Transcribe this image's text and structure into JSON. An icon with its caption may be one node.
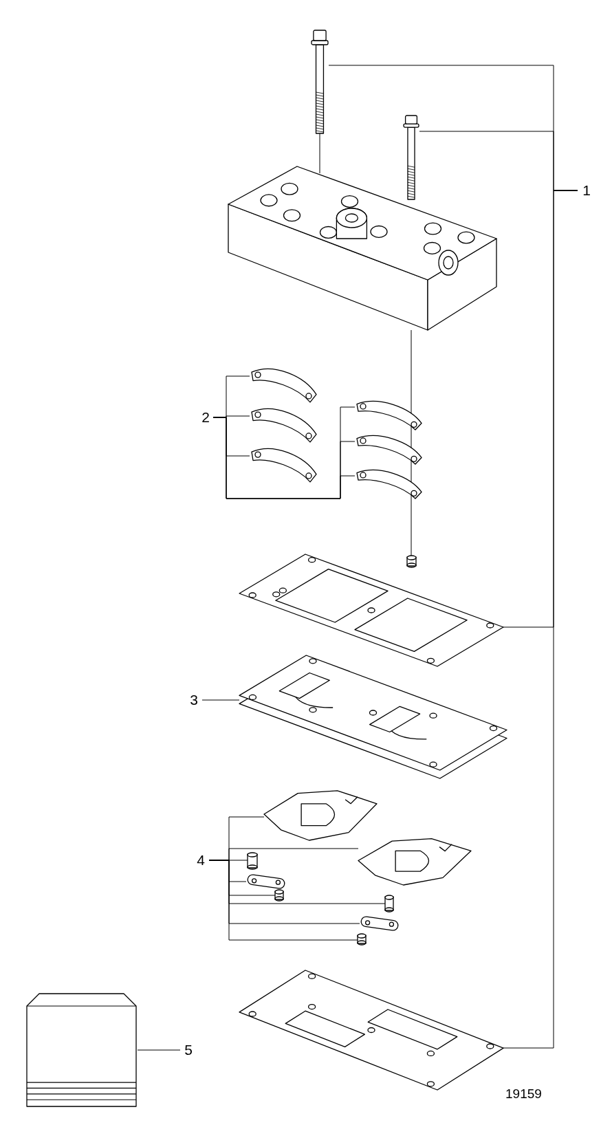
{
  "diagram": {
    "nodes": [
      {
        "text": [
          "1"
        ]
      },
      {
        "text": [],
        "shape": "picture"
      },
      {
        "text": [],
        "shape": "picture"
      },
      {
        "text": [],
        "shape": "picture"
      },
      {
        "text": [
          "2"
        ]
      },
      {
        "text": [],
        "shape": "picture"
      },
      {
        "text": [],
        "shape": "picture"
      },
      {
        "text": [],
        "shape": "picture"
      },
      {
        "text": [],
        "shape": "picture"
      },
      {
        "text": [],
        "shape": "picture"
      },
      {
        "text": [],
        "shape": "picture"
      },
      {
        "text": [],
        "shape": "picture"
      },
      {
        "text": [
          "3"
        ]
      },
      {
        "text": [],
        "shape": "picture"
      },
      {
        "text": [
          "4"
        ]
      },
      {
        "text": [],
        "shape": "picture"
      },
      {
        "text": [],
        "shape": "picture"
      },
      {
        "text": [],
        "shape": "cylinder"
      },
      {
        "text": [],
        "shape": "picture"
      },
      {
        "text": [],
        "shape": "cylinder"
      },
      {
        "text": [],
        "shape": "cylinder"
      },
      {
        "text": [],
        "shape": "picture"
      },
      {
        "text": [],
        "shape": "cylinder"
      },
      {
        "text": [],
        "shape": "picture"
      },
      {
        "text": [
          "5"
        ]
      },
      {
        "text": [],
        "shape": "picture"
      },
      {
        "text": [],
        "shape": "cylinder"
      }
    ],
    "edges": [
      {
        "from": 0,
        "to": 1,
        "arrow": "none"
      },
      {
        "from": 0,
        "to": 2,
        "arrow": "none"
      },
      {
        "from": 0,
        "to": 11,
        "arrow": "none"
      },
      {
        "from": 0,
        "to": 23,
        "arrow": "none"
      },
      {
        "from": 4,
        "to": 5,
        "arrow": "none"
      },
      {
        "from": 4,
        "to": 6,
        "arrow": "none"
      },
      {
        "from": 4,
        "to": 7,
        "arrow": "none"
      },
      {
        "from": 4,
        "to": 8,
        "arrow": "none"
      },
      {
        "from": 4,
        "to": 9,
        "arrow": "none"
      },
      {
        "from": 4,
        "to": 10,
        "arrow": "none"
      },
      {
        "from": 12,
        "to": 13,
        "arrow": "none"
      },
      {
        "from": 14,
        "to": 15,
        "arrow": "none"
      },
      {
        "from": 14,
        "to": 16,
        "arrow": "none"
      },
      {
        "from": 14,
        "to": 17,
        "arrow": "none"
      },
      {
        "from": 14,
        "to": 18,
        "arrow": "none"
      },
      {
        "from": 14,
        "to": 19,
        "arrow": "none"
      },
      {
        "from": 14,
        "to": 20,
        "arrow": "none"
      },
      {
        "from": 14,
        "to": 21,
        "arrow": "none"
      },
      {
        "from": 14,
        "to": 22,
        "arrow": "none"
      },
      {
        "from": 24,
        "to": 25,
        "arrow": "none"
      },
      {
        "from": 1,
        "to": 3,
        "arrow": "none"
      },
      {
        "from": 3,
        "to": 26,
        "arrow": "none"
      }
    ],
    "labels": [
      "19159"
    ]
  }
}
